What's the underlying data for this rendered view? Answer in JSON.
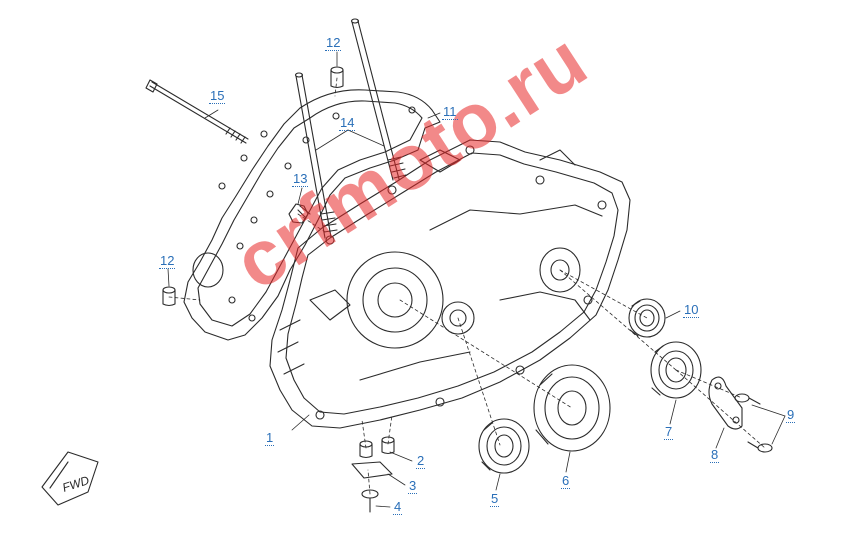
{
  "diagram": {
    "type": "exploded-parts-diagram",
    "callouts": [
      {
        "id": "c1",
        "label": "1"
      },
      {
        "id": "c2",
        "label": "2"
      },
      {
        "id": "c3",
        "label": "3"
      },
      {
        "id": "c4",
        "label": "4"
      },
      {
        "id": "c5",
        "label": "5"
      },
      {
        "id": "c6",
        "label": "6"
      },
      {
        "id": "c7",
        "label": "7"
      },
      {
        "id": "c8",
        "label": "8"
      },
      {
        "id": "c9",
        "label": "9"
      },
      {
        "id": "c10",
        "label": "10"
      },
      {
        "id": "c11",
        "label": "11"
      },
      {
        "id": "c12a",
        "label": "12"
      },
      {
        "id": "c12b",
        "label": "12"
      },
      {
        "id": "c13",
        "label": "13"
      },
      {
        "id": "c14",
        "label": "14"
      },
      {
        "id": "c15",
        "label": "15"
      }
    ],
    "fwd_marker": "FWD",
    "watermark": "crfmoto.ru",
    "colors": {
      "line": "#2b2b2b",
      "callout": "#2a6fb8",
      "watermark": "#e82828"
    }
  }
}
